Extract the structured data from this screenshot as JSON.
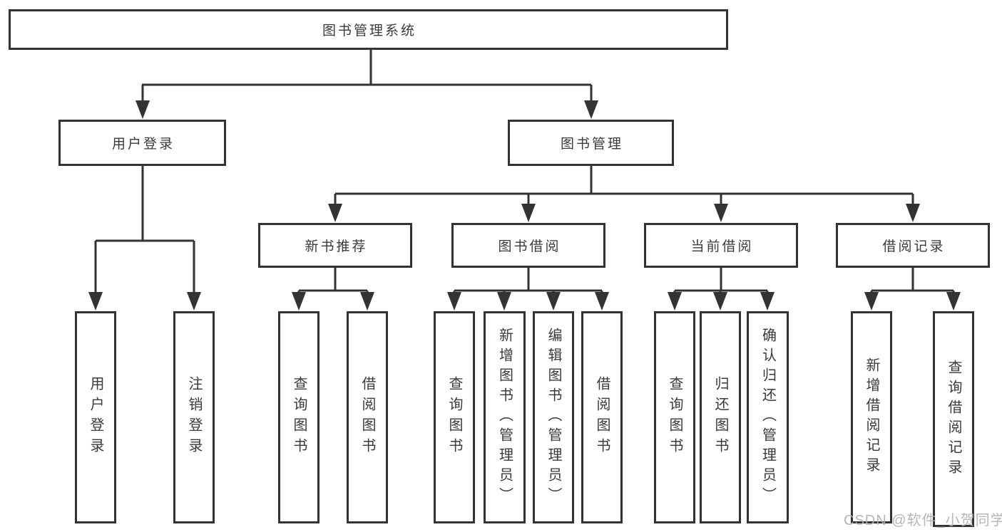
{
  "root": {
    "label": "图书管理系统"
  },
  "branches": [
    {
      "label": "用户登录",
      "children": [
        {
          "label": "用户登录"
        },
        {
          "label": "注销登录"
        }
      ]
    },
    {
      "label": "图书管理",
      "children": [
        {
          "label": "新书推荐",
          "children": [
            {
              "label": "查询图书"
            },
            {
              "label": "借阅图书"
            }
          ]
        },
        {
          "label": "图书借阅",
          "children": [
            {
              "label": "查询图书"
            },
            {
              "label": "新增图书（管理员）"
            },
            {
              "label": "编辑图书（管理员）"
            },
            {
              "label": "借阅图书"
            }
          ]
        },
        {
          "label": "当前借阅",
          "children": [
            {
              "label": "查询图书"
            },
            {
              "label": "归还图书"
            },
            {
              "label": "确认归还（管理员）"
            }
          ]
        },
        {
          "label": "借阅记录",
          "children": [
            {
              "label": "新增借阅记录"
            },
            {
              "label": "查询借阅记录"
            }
          ]
        }
      ]
    }
  ],
  "line_color": "#333333",
  "watermark": "CSDN @软件_小贺同学"
}
